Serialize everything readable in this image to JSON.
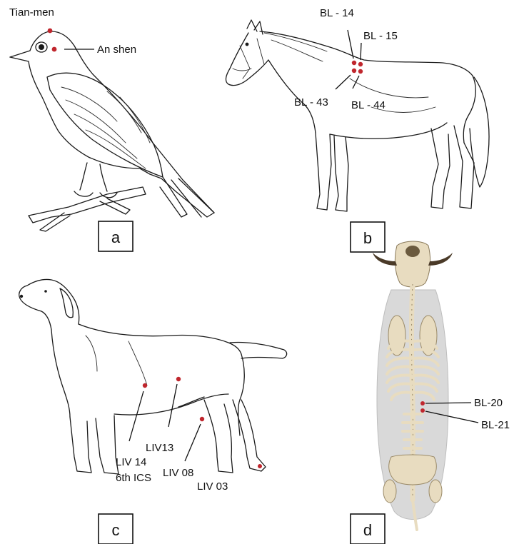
{
  "panels": {
    "a": {
      "label": "a",
      "points": [
        "Tian-men",
        "An shen"
      ]
    },
    "b": {
      "label": "b",
      "points": [
        "BL - 14",
        "BL - 15",
        "BL - 43",
        "BL - 44"
      ]
    },
    "c": {
      "label": "c",
      "points": [
        "LIV 14",
        "6th ICS",
        "LIV13",
        "LIV 08",
        "LIV 03"
      ]
    },
    "d": {
      "label": "d",
      "points": [
        "BL-20",
        "BL-21"
      ]
    }
  },
  "colors": {
    "acupoint": "#c0262d",
    "ink": "#1a1a1a",
    "skeleton_body": "#d9d9d9",
    "bone": "#e8dcc0"
  }
}
